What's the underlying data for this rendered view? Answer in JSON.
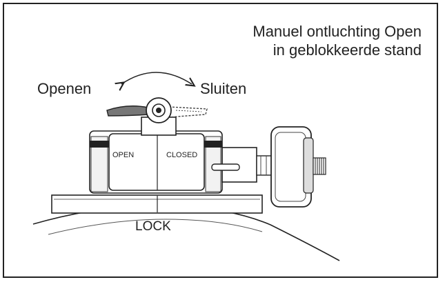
{
  "caption": {
    "line1": "Manuel ontluchting Open",
    "line2": "in geblokkeerde stand"
  },
  "labels": {
    "open_direction": "Openen",
    "close_direction": "Sluiten",
    "open_plate": "OPEN",
    "closed_plate": "CLOSED",
    "lock": "LOCK"
  },
  "icons": {
    "rotation_arrow": "double-headed-curved-arrow",
    "valve_lever": "valve-lever-handle",
    "gauge": "pressure-gauge",
    "knob": "sliding-knob"
  }
}
